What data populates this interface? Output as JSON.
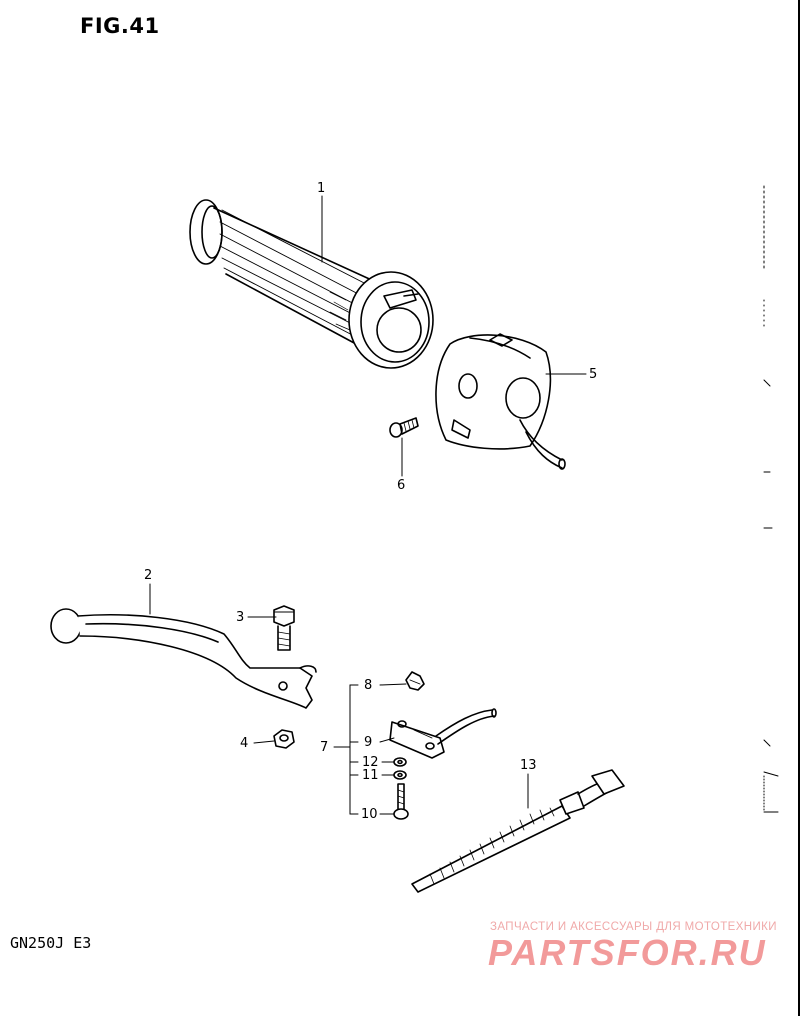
{
  "figure": {
    "title": "FIG.41",
    "model_code": "GN250J  E3"
  },
  "callouts": [
    {
      "id": "1",
      "label": "1"
    },
    {
      "id": "2",
      "label": "2"
    },
    {
      "id": "3",
      "label": "3"
    },
    {
      "id": "4",
      "label": "4"
    },
    {
      "id": "5",
      "label": "5"
    },
    {
      "id": "6",
      "label": "6"
    },
    {
      "id": "7",
      "label": "7"
    },
    {
      "id": "8",
      "label": "8"
    },
    {
      "id": "9",
      "label": "9"
    },
    {
      "id": "10",
      "label": "10"
    },
    {
      "id": "11",
      "label": "11"
    },
    {
      "id": "12",
      "label": "12"
    },
    {
      "id": "13",
      "label": "13"
    }
  ],
  "watermark": {
    "tagline": "ЗАПЧАСТИ И АКСЕССУАРЫ ДЛЯ МОТОТЕХНИКИ",
    "brand": "PARTSFOR.RU"
  },
  "colors": {
    "ink": "#000000",
    "watermark": "#f29a9a"
  }
}
